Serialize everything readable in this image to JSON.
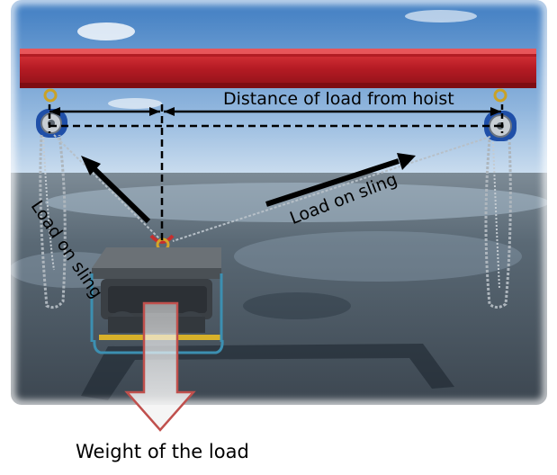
{
  "labels": {
    "distance": "Distance of load from hoist",
    "sling_left": "Load on sling",
    "sling_right": "Load on sling",
    "weight": "Weight of the load"
  },
  "colors": {
    "sky_top": "#4d86c6",
    "sky_bottom": "#c7dbef",
    "beam": "#c8202a",
    "floor": "#4f5f6a",
    "load_arrow_outline": "#c0504d",
    "load_arrow_fill": "#e6e6e6",
    "hoist": "#1f4fa8"
  }
}
